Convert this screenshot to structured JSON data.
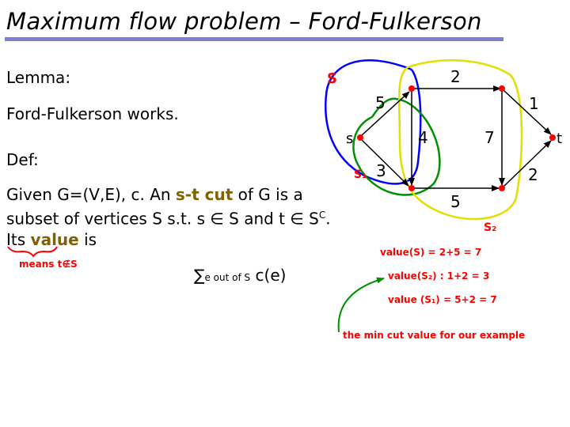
{
  "title": "Maximum flow problem – Ford-Fulkerson",
  "lemma_label": "Lemma:",
  "lemma_body": "Ford-Fulkerson works.",
  "def_label": "Def:",
  "definition": {
    "part1": "Given G=(V,E), c. An ",
    "st_cut": "s-t cut",
    "part2": " of G is a subset of vertices S s.t. s ",
    "elem1": "∈",
    "part3": " S and t ",
    "elem2": "∈",
    "part4": " S",
    "sup_c": "C",
    "part5": ". Its ",
    "value_word": "value",
    "part6": " is"
  },
  "formula": {
    "sigma": "∑",
    "subscript": "e out of S",
    "term": " c(e)"
  },
  "diagram": {
    "node_s": "s",
    "node_t": "t",
    "edge_labels": [
      "2",
      "5",
      "1",
      "4",
      "7",
      "3",
      "5",
      "2"
    ],
    "cut_labels": [
      "S",
      "S₁",
      "S₂"
    ],
    "handwritten": {
      "means": "means t∉S",
      "value_s": "value(S) = 2+5 = 7",
      "value_s2": "value(S₂) : 1+2 = 3",
      "value_s3": "value (S₁) = 5+2 = 7",
      "min_cut_note": "the min cut value for our example"
    }
  },
  "colors": {
    "title_rule": "#7f7fd5",
    "highlight": "#806000",
    "node": "#ff0000",
    "cut_s": "#0000ff",
    "cut_s1": "#009000",
    "cut_s2": "#e0e000",
    "handwriting": "#ff0000",
    "arrow_note": "#009000"
  }
}
